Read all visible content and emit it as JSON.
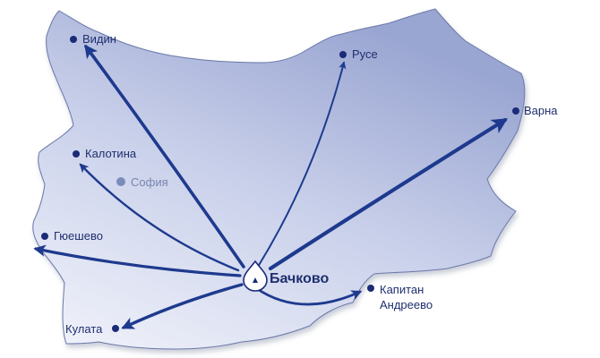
{
  "colors": {
    "route": "#1e3a8e",
    "dot": "#1a2b78",
    "capital_dot": "#7c8bbd",
    "territory_light": "#f2f4fb",
    "territory_dark": "#9aa6d2",
    "border": "#6a78a8"
  },
  "hub": {
    "label": "Бачково",
    "icon": "water-drop-icon"
  },
  "capital": {
    "label": "София"
  },
  "cities": {
    "vidin": "Видин",
    "ruse": "Русе",
    "varna": "Варна",
    "kalotina": "Калотина",
    "gyueshevo": "Гюешево",
    "kulata": "Кулата",
    "kapitan_line1": "Капитан",
    "kapitan_line2": "Андреево"
  }
}
